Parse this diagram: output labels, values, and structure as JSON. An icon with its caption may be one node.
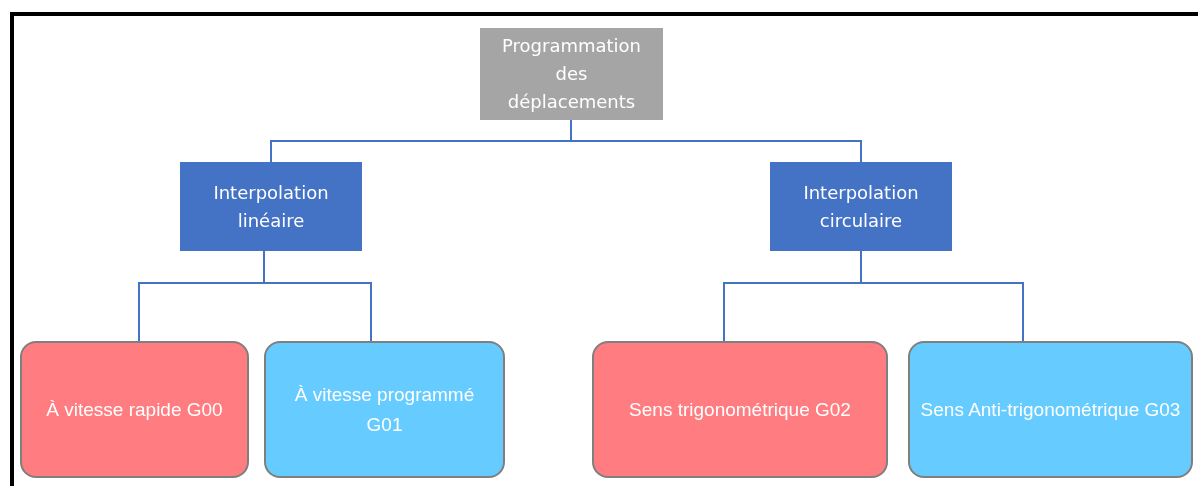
{
  "diagram": {
    "nodes": [
      {
        "text": [
          "Programmation des déplacements"
        ]
      },
      {
        "text": [
          "Interpolation linéaire"
        ]
      },
      {
        "text": [
          "Interpolation circulaire"
        ]
      },
      {
        "text": [
          "À vitesse rapide G00"
        ]
      },
      {
        "text": [
          "À vitesse programmé G01"
        ]
      },
      {
        "text": [
          "Sens trigonométrique G02"
        ]
      },
      {
        "text": [
          "Sens Anti-trigonométrique G03"
        ]
      }
    ],
    "edges": [
      {
        "from": 0,
        "to": 1,
        "arrow": "none"
      },
      {
        "from": 0,
        "to": 2,
        "arrow": "none"
      },
      {
        "from": 1,
        "to": 3,
        "arrow": "none"
      },
      {
        "from": 1,
        "to": 4,
        "arrow": "none"
      },
      {
        "from": 2,
        "to": 5,
        "arrow": "none"
      },
      {
        "from": 2,
        "to": 6,
        "arrow": "none"
      }
    ]
  }
}
